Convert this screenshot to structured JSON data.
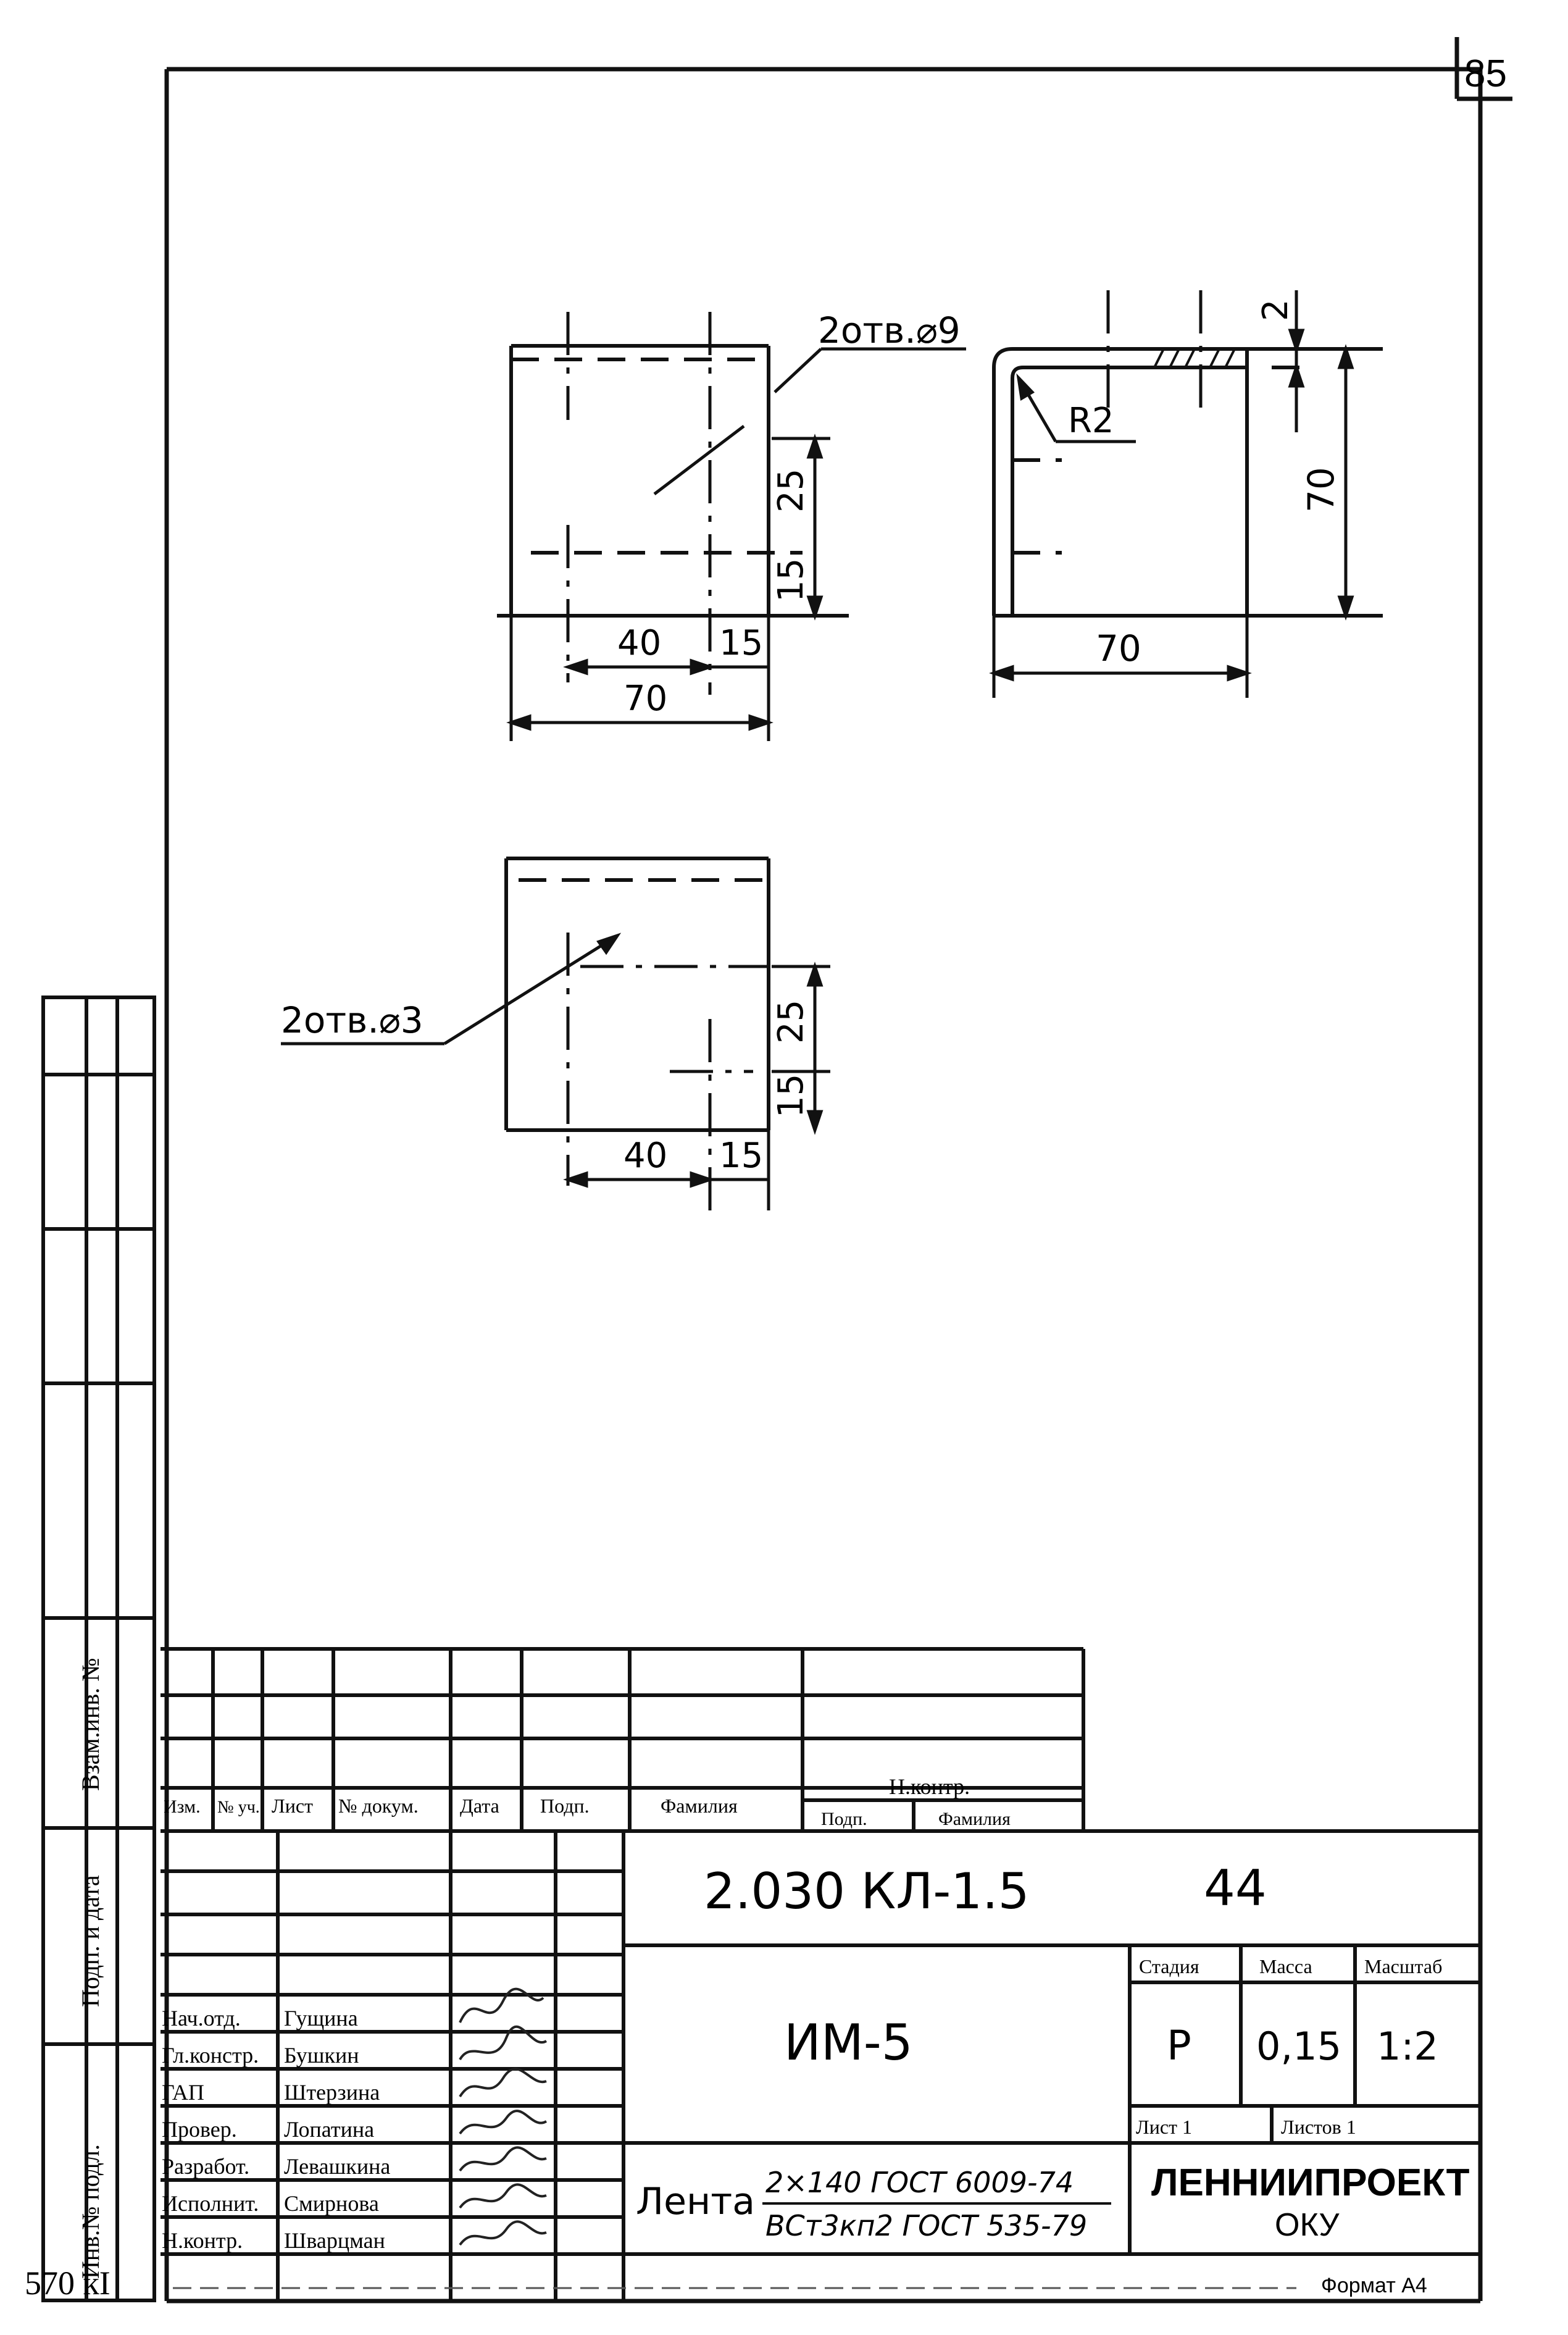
{
  "sheet": {
    "sheet_number": "85",
    "left_strip_labels": [
      "Взам.инв. №",
      "Подп. и дата",
      "Инв.№ подл."
    ]
  },
  "views": {
    "view_a": {
      "hole_note": "2отв.⌀9",
      "dim_40": "40",
      "dim_15_h": "15",
      "dim_70": "70",
      "dim_25": "25",
      "dim_15_v": "15"
    },
    "view_b": {
      "radius": "R2",
      "thickness": "2",
      "dim_height": "70",
      "dim_width": "70"
    },
    "view_c": {
      "hole_note": "2отв.⌀3",
      "dim_40": "40",
      "dim_15_h": "15",
      "dim_25": "25",
      "dim_15_v": "15"
    }
  },
  "title_block": {
    "revision_headers": [
      "Изм.",
      "№ уч.",
      "Лист",
      "№ докум.",
      "Дата",
      "Подп.",
      "Фамилия",
      "Н.контр."
    ],
    "nkontr_sub": [
      "Подп.",
      "Фамилия"
    ],
    "designation": "2.030 КЛ-1.5",
    "designation_sheet": "44",
    "name": "ИМ-5",
    "stage_label": "Стадия",
    "mass_label": "Масса",
    "scale_label": "Масштаб",
    "stage": "Р",
    "mass": "0,15",
    "scale": "1:2",
    "sheet_label": "Лист 1",
    "sheets_label": "Листов 1",
    "material_word": "Лента",
    "material_top": "2×140 ГОСТ 6009-74",
    "material_bottom": "ВСт3кп2 ГОСТ 535-79",
    "organization": "ЛЕННИИПРОЕКТ",
    "organization_sub": "ОКУ",
    "signatories": [
      {
        "role": "Нач.отд.",
        "name": "Гущина"
      },
      {
        "role": "Гл.констр.",
        "name": "Бушкин"
      },
      {
        "role": "ГАП",
        "name": "Штерзина"
      },
      {
        "role": "Провер.",
        "name": "Лопатина"
      },
      {
        "role": "Разработ.",
        "name": "Левашкина"
      },
      {
        "role": "Исполнит.",
        "name": "Смирнова"
      },
      {
        "role": "Н.контр.",
        "name": "Шварцман"
      }
    ],
    "footer_left": "570 кI",
    "format_label": "Формат А4"
  }
}
